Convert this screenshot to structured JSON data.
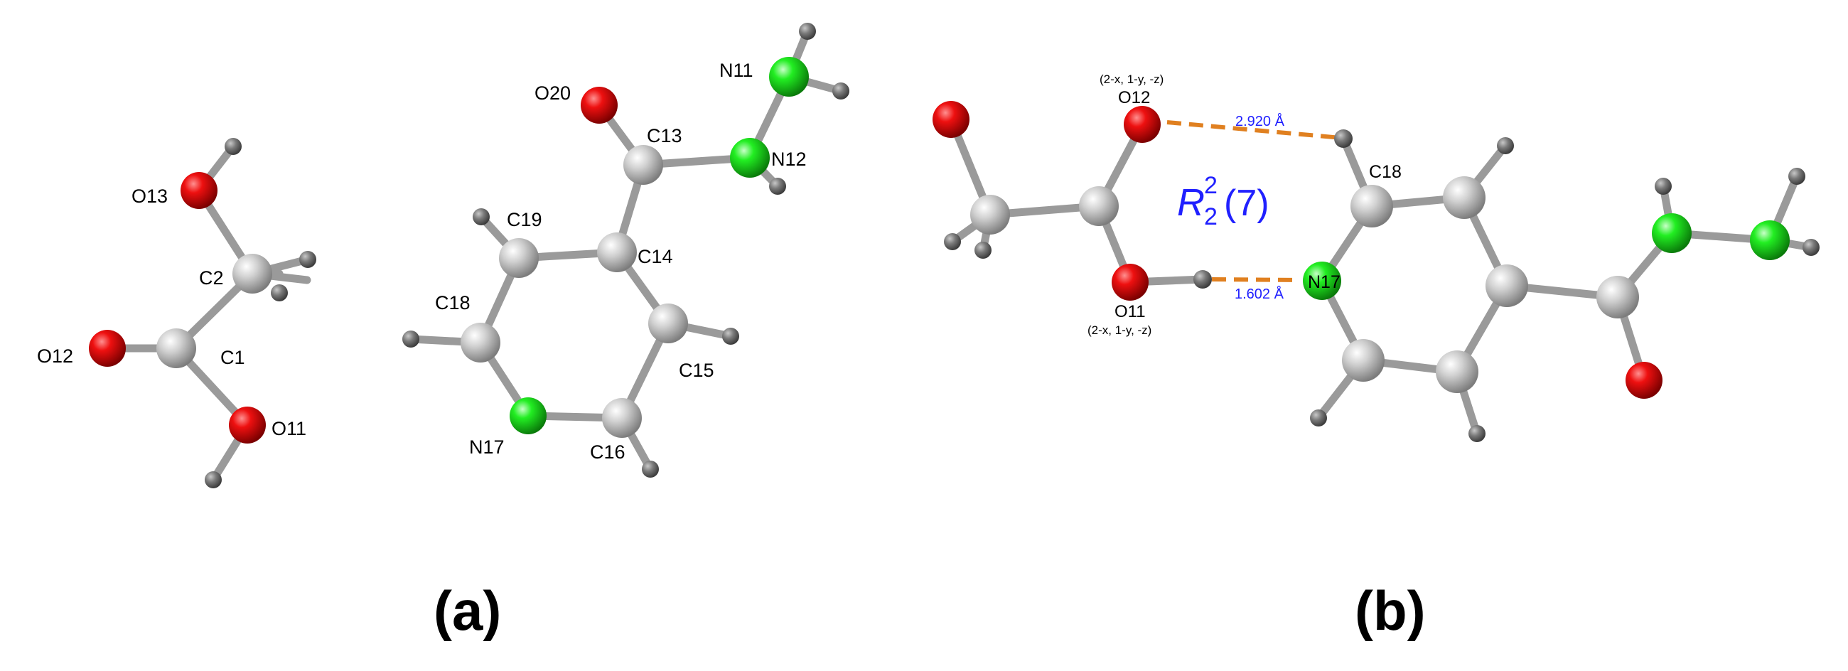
{
  "panel_a": {
    "caption": "(a)",
    "labels": {
      "O13": "O13",
      "C2": "C2",
      "O12": "O12",
      "C1": "C1",
      "O11": "O11",
      "O20": "O20",
      "C13": "C13",
      "N11": "N11",
      "N12": "N12",
      "C19": "C19",
      "C14": "C14",
      "C18": "C18",
      "C15": "C15",
      "N17": "N17",
      "C16": "C16"
    }
  },
  "panel_b": {
    "caption": "(b)",
    "labels": {
      "O12": "O12",
      "O11": "O11",
      "C18": "C18",
      "N17": "N17"
    },
    "symmetry_top": "(2-x, 1-y, -z)",
    "symmetry_bottom": "(2-x, 1-y, -z)",
    "distance_top": "2.920 Å",
    "distance_bottom": "1.602 Å",
    "graph_set": {
      "R": "R",
      "sup": "2",
      "sub": "2",
      "ring": "(7)"
    }
  },
  "colors": {
    "oxygen": "#e00000",
    "nitrogen": "#10e010",
    "carbon": "#c8c8c8",
    "hydrogen": "#707070",
    "hbond": "#e08020",
    "annotation_blue": "#2020ff"
  }
}
